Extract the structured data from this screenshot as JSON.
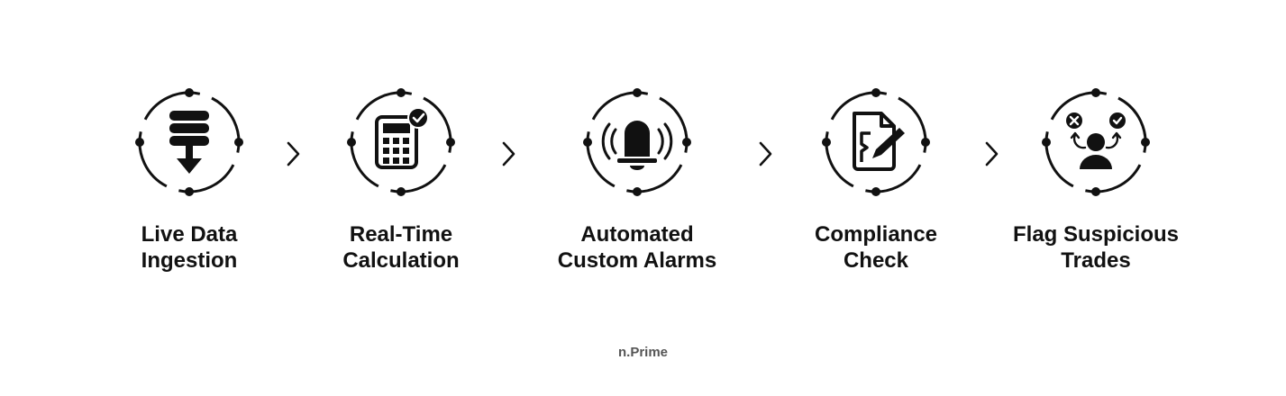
{
  "steps": [
    {
      "label": "Live Data\nIngestion",
      "icon": "database-download-icon"
    },
    {
      "label": "Real-Time\nCalculation",
      "icon": "calculator-check-icon"
    },
    {
      "label": "Automated\nCustom Alarms",
      "icon": "alarm-bell-icon"
    },
    {
      "label": "Compliance\nCheck",
      "icon": "document-sign-icon"
    },
    {
      "label": "Flag Suspicious\nTrades",
      "icon": "user-decision-icon"
    }
  ],
  "brand": "n.Prime",
  "colors": {
    "ink": "#111111",
    "muted": "#555555",
    "background": "#ffffff"
  }
}
